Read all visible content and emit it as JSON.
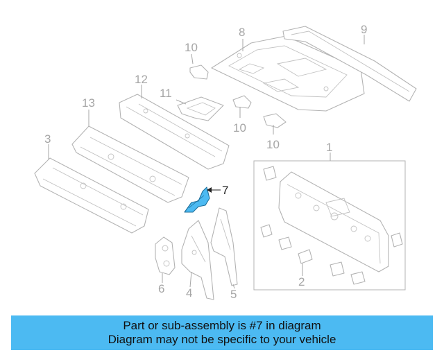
{
  "callouts": {
    "c1": "1",
    "c2": "2",
    "c3": "3",
    "c4": "4",
    "c5": "5",
    "c6": "6",
    "c7": "7",
    "c8": "8",
    "c9": "9",
    "c10a": "10",
    "c10b": "10",
    "c10c": "10",
    "c11": "11",
    "c12": "12",
    "c13": "13"
  },
  "highlight": {
    "part": "7",
    "color": "#4cbaf2"
  },
  "banner": {
    "line1": "Part or sub-assembly is #7 in diagram",
    "line2": "Diagram may not be specific to your vehicle"
  }
}
